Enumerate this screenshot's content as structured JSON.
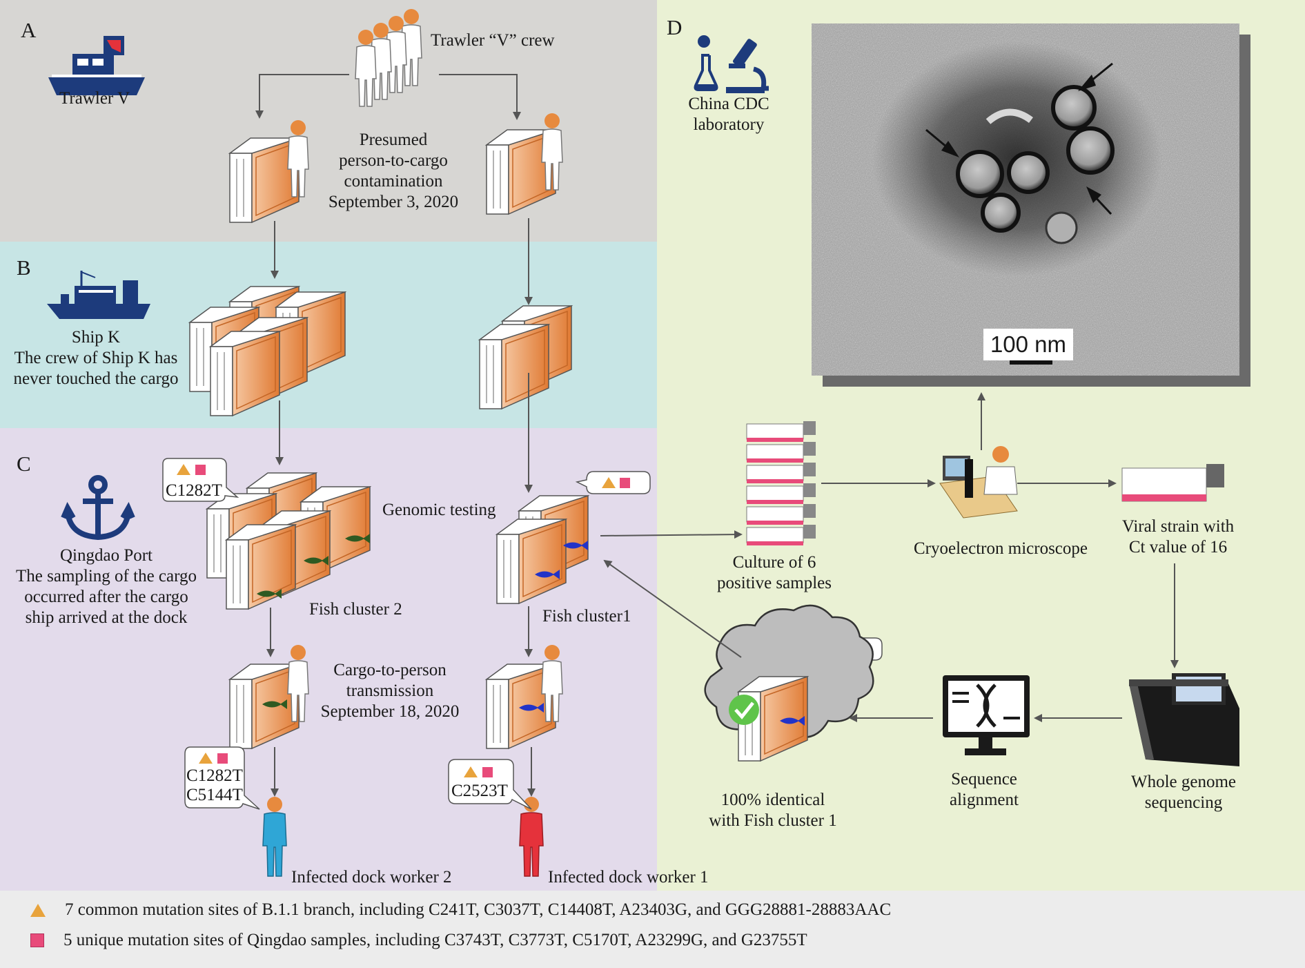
{
  "panels": {
    "a": "A",
    "b": "B",
    "c": "C",
    "d": "D"
  },
  "colors": {
    "panel_a_bg": "#d7d6d3",
    "panel_b_bg": "#c7e5e5",
    "panel_c_bg": "#e3dbeb",
    "panel_d_bg": "#eaf1d4",
    "box_orange": "#e98a46",
    "ship_navy": "#1d3b7c",
    "triangle": "#e8a33c",
    "square": "#e84b7a",
    "worker1": "#e5323b",
    "worker2": "#2fa6d6"
  },
  "labels": {
    "trawler_v": "Trawler V",
    "crew": "Trawler “V” crew",
    "presumed": [
      "Presumed",
      "person-to-cargo",
      "contamination",
      "September 3, 2020"
    ],
    "ship_k": [
      "Ship K",
      "The crew of Ship K has",
      "never touched the cargo"
    ],
    "port": [
      "Qingdao Port",
      "The sampling of the cargo",
      "occurred after the cargo",
      "ship arrived at the dock"
    ],
    "genomic_testing": "Genomic testing",
    "fish_cluster_2": "Fish cluster 2",
    "fish_cluster_1": "Fish cluster1",
    "cargo_to_person": [
      "Cargo-to-person",
      "transmission",
      "September 18, 2020"
    ],
    "worker2": "Infected dock worker 2",
    "worker1": "Infected dock worker 1",
    "cdc": [
      "China CDC",
      "laboratory"
    ],
    "culture": [
      "Culture of 6",
      "positive samples"
    ],
    "cryo": "Cryoelectron microscope",
    "viral_strain": [
      "Viral strain with",
      "Ct value of 16"
    ],
    "wgs": [
      "Whole genome",
      "sequencing"
    ],
    "alignment": [
      "Sequence",
      "alignment"
    ],
    "identical": [
      "100% identical",
      "with Fish cluster 1"
    ],
    "scale_bar": "100 nm"
  },
  "bubbles": {
    "cluster2": [
      "C1282T"
    ],
    "worker2": [
      "C1282T",
      "C5144T"
    ],
    "worker1": [
      "C2523T"
    ]
  },
  "legend": {
    "triangle": "7 common mutation sites of B.1.1 branch, including C241T, C3037T, C14408T, A23403G, and GGG28881-28883AAC",
    "square": "5 unique mutation sites of Qingdao samples, including C3743T, C3773T, C5170T, A23299G, and G23755T"
  },
  "icons": [
    "trawler-icon",
    "cargo-ship-icon",
    "anchor-icon",
    "lab-flask-icon",
    "microscope-icon",
    "dna-monitor-icon",
    "sequencer-icon",
    "check-icon"
  ]
}
